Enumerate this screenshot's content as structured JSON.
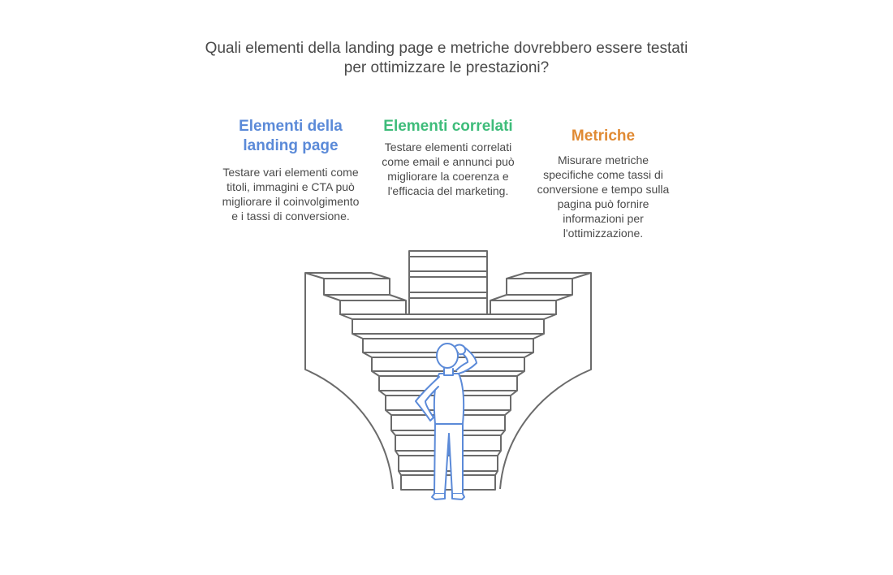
{
  "title": "Quali elementi della landing page e metriche dovrebbero essere testati per ottimizzare le prestazioni?",
  "columns": [
    {
      "heading": "Elementi della landing page",
      "text": "Testare vari elementi come titoli, immagini e CTA può migliorare il coinvolgimento e i tassi di conversione.",
      "color": "#5b8ad8"
    },
    {
      "heading": "Elementi correlati",
      "text": "Testare elementi correlati come email e annunci può migliorare la coerenza e l'efficacia del marketing.",
      "color": "#3ebc7a"
    },
    {
      "heading": "Metriche",
      "text": "Misurare metriche specifiche come tassi di conversione e tempo sulla pagina può fornire informazioni per l'ottimizzazione.",
      "color": "#e08a33"
    }
  ],
  "illustration": {
    "stroke_color": "#6b6b6b",
    "figure_color": "#5b8ad8",
    "figure_icon": "person-thinking-icon"
  }
}
